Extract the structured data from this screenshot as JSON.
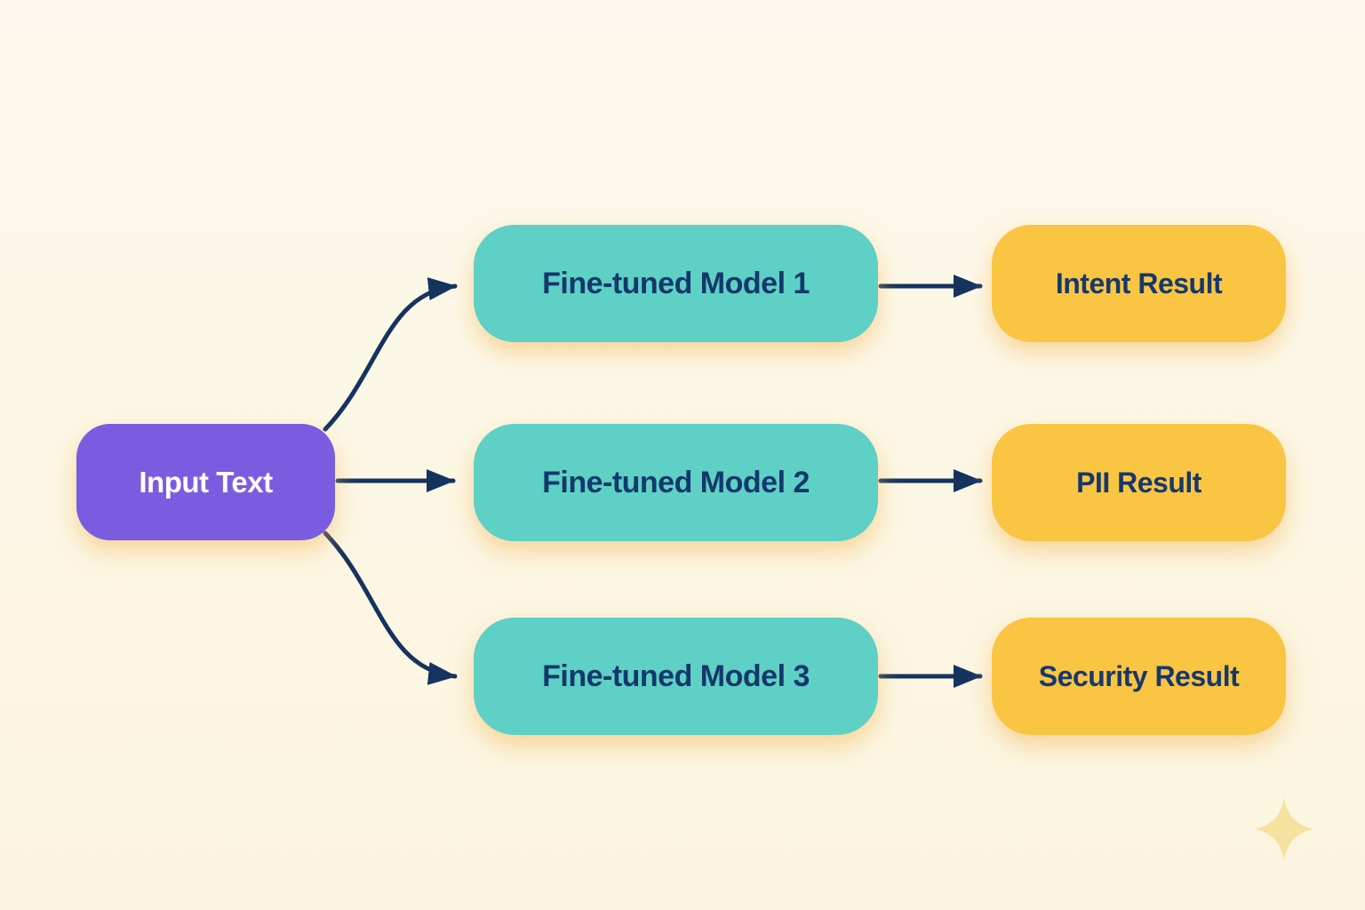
{
  "diagram": {
    "title": "Fine-tuned model fan-out diagram",
    "input": {
      "label": "Input Text"
    },
    "models": [
      {
        "label": "Fine-tuned Model 1"
      },
      {
        "label": "Fine-tuned Model 2"
      },
      {
        "label": "Fine-tuned Model 3"
      }
    ],
    "results": [
      {
        "label": "Intent Result"
      },
      {
        "label": "PII Result"
      },
      {
        "label": "Security Result"
      }
    ],
    "connections": [
      {
        "from": "Input Text",
        "to": "Fine-tuned Model 1"
      },
      {
        "from": "Input Text",
        "to": "Fine-tuned Model 2"
      },
      {
        "from": "Input Text",
        "to": "Fine-tuned Model 3"
      },
      {
        "from": "Fine-tuned Model 1",
        "to": "Intent Result"
      },
      {
        "from": "Fine-tuned Model 2",
        "to": "PII Result"
      },
      {
        "from": "Fine-tuned Model 3",
        "to": "Security Result"
      }
    ],
    "icons": [
      {
        "name": "sparkle-icon",
        "color": "#f6e2a0"
      }
    ],
    "colors": {
      "background": "#fcf7e6",
      "input_node": "#7a5ce1",
      "model_node": "#5ed0c5",
      "result_node": "#f9c542",
      "input_text": "#ffffff",
      "node_text": "#14386b",
      "arrow": "#14335f",
      "glow_shadow": "#f2ba5c"
    }
  }
}
